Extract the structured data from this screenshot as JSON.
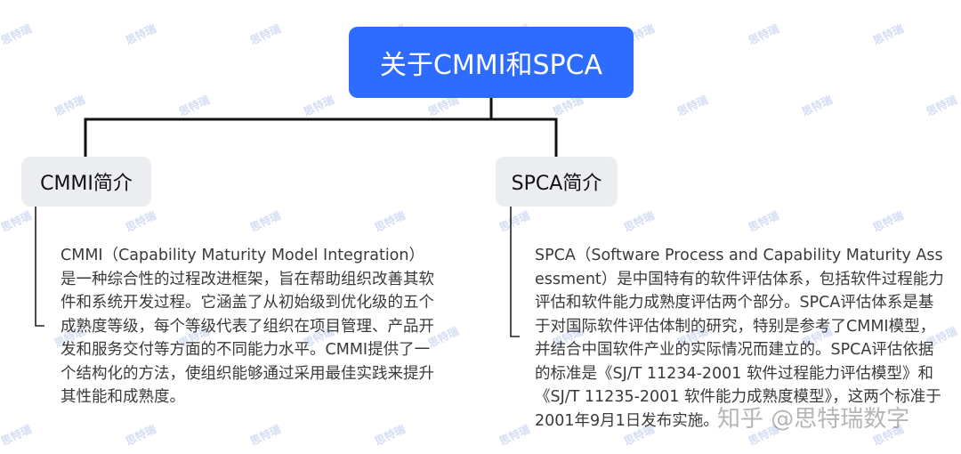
{
  "root": {
    "title": "关于CMMI和SPCA"
  },
  "branches": [
    {
      "title": "CMMI简介",
      "detail": "CMMI（Capability Maturity Model Integration）是一种综合性的过程改进框架，旨在帮助组织改善其软件和系统开发过程。它涵盖了从初始级到优化级的五个成熟度等级，每个等级代表了组织在项目管理、产品开发和服务交付等方面的不同能力水平。CMMI提供了一个结构化的方法，使组织能够通过采用最佳实践来提升其性能和成熟度。"
    },
    {
      "title": "SPCA简介",
      "detail": "SPCA（Software Process and Capability Maturity Assessment）是中国特有的软件评估体系，包括软件过程能力评估和软件能力成熟度评估两个部分。SPCA评估体系是基于对国际软件评估体制的研究，特别是参考了CMMI模型，并结合中国软件产业的实际情况而建立的。SPCA评估依据的标准是《SJ/T 11234-2001 软件过程能力评估模型》和《SJ/T 11235-2001 软件能力成熟度模型》，这两个标准于2001年9月1日发布实施。"
    }
  ],
  "watermark": {
    "text": "思特瑞"
  },
  "brand_overlay": "知乎 @思特瑞数字",
  "colors": {
    "root_bg": "#2e6bff",
    "branch_bg": "#ebedf0",
    "connector": "#111111",
    "watermark": "#d4ddf2"
  }
}
